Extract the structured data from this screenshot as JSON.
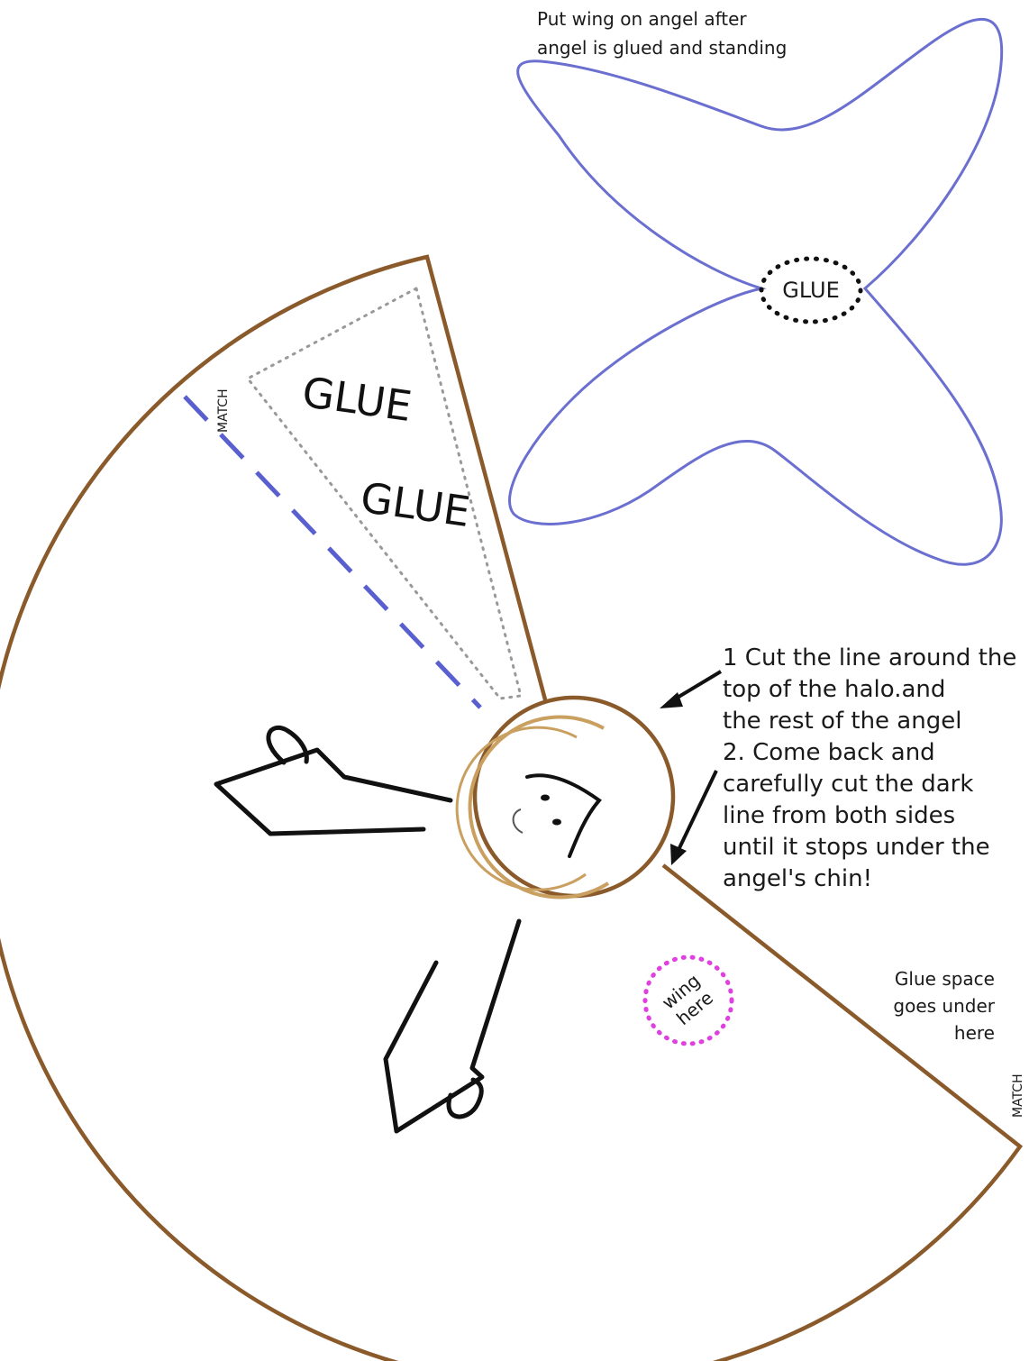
{
  "wing": {
    "instruction_line1": "Put wing on angel after",
    "instruction_line2": "angel is glued and standing",
    "glue_label": "GLUE",
    "outline_color": "#6a6fd0"
  },
  "body": {
    "outline_color": "#8a5a2b",
    "glue_label_1": "GLUE",
    "glue_label_2": "GLUE",
    "match_label_top": "MATCH",
    "match_label_right": "MATCH",
    "match_line_color": "#5a5fd0"
  },
  "instructions": {
    "lines": [
      "1 Cut the line around the",
      "top of the halo.and",
      "the rest of the angel",
      "2. Come back  and",
      "carefully cut the dark",
      "line from both sides",
      "until it stops under the",
      "angel's chin!"
    ]
  },
  "glue_space_note": {
    "lines": [
      "Glue space",
      "goes under",
      "here"
    ]
  },
  "wing_here": {
    "line1": "wing",
    "line2": "here",
    "dot_color": "#e040e0"
  },
  "halo": {
    "color": "#c9a060"
  }
}
